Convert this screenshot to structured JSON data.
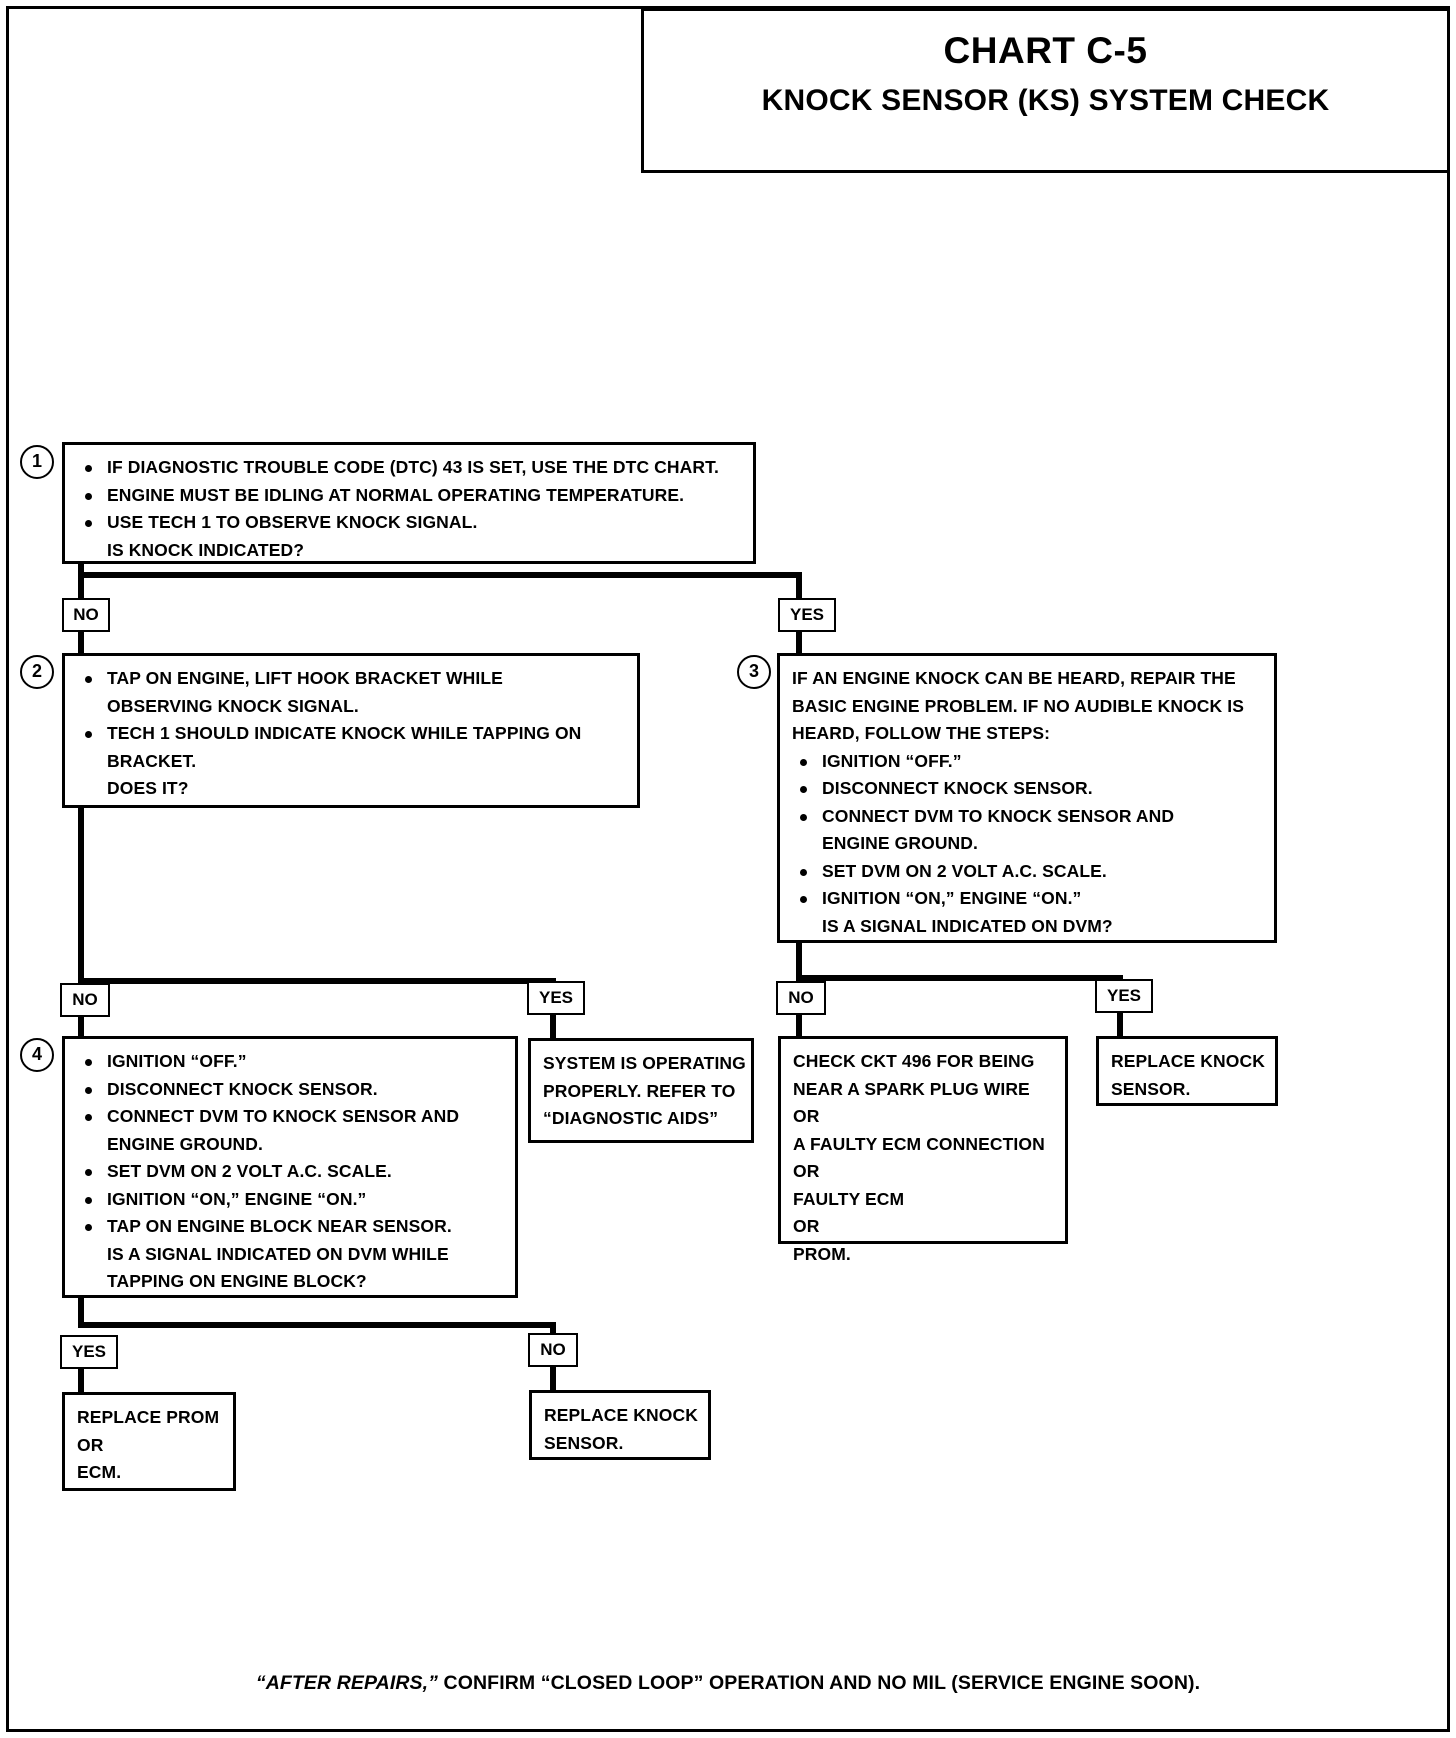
{
  "title": {
    "chart_number": "CHART C-5",
    "chart_name": "KNOCK SENSOR (KS) SYSTEM CHECK"
  },
  "steps": {
    "one": "1",
    "two": "2",
    "three": "3",
    "four": "4"
  },
  "box1": {
    "lines": [
      "IF DIAGNOSTIC TROUBLE CODE (DTC) 43 IS SET, USE THE DTC CHART.",
      "ENGINE MUST BE IDLING AT NORMAL OPERATING TEMPERATURE.",
      "USE TECH 1 TO OBSERVE KNOCK SIGNAL.",
      "IS KNOCK INDICATED?"
    ]
  },
  "box2": {
    "lines": [
      "TAP ON ENGINE, LIFT HOOK BRACKET WHILE",
      "OBSERVING KNOCK SIGNAL.",
      "TECH 1 SHOULD INDICATE KNOCK WHILE TAPPING ON",
      "BRACKET.",
      "DOES IT?"
    ]
  },
  "box3": {
    "lines": [
      "IF AN ENGINE KNOCK CAN BE HEARD, REPAIR THE",
      "BASIC ENGINE PROBLEM.  IF NO AUDIBLE KNOCK IS",
      "HEARD, FOLLOW THE STEPS:",
      "IGNITION “OFF.”",
      "DISCONNECT KNOCK SENSOR.",
      "CONNECT DVM TO KNOCK SENSOR AND",
      "ENGINE GROUND.",
      "SET DVM ON 2 VOLT A.C. SCALE.",
      "IGNITION “ON,” ENGINE “ON.”",
      "IS A SIGNAL INDICATED ON DVM?"
    ]
  },
  "box4": {
    "lines": [
      "IGNITION “OFF.”",
      "DISCONNECT KNOCK SENSOR.",
      "CONNECT DVM TO KNOCK SENSOR AND",
      "ENGINE GROUND.",
      "SET DVM ON 2 VOLT A.C. SCALE.",
      "IGNITION “ON,” ENGINE “ON.”",
      "TAP ON ENGINE BLOCK NEAR SENSOR.",
      "IS A SIGNAL INDICATED ON DVM WHILE",
      "TAPPING ON ENGINE BLOCK?"
    ]
  },
  "terminal_system_ok": {
    "lines": [
      "SYSTEM IS OPERATING",
      "PROPERLY.  REFER TO",
      "“DIAGNOSTIC AIDS”"
    ]
  },
  "terminal_check_ckt": {
    "lines": [
      "CHECK CKT 496 FOR BEING",
      "NEAR A SPARK PLUG WIRE",
      "OR",
      "A FAULTY ECM CONNECTION",
      "OR",
      "FAULTY ECM",
      "OR",
      "PROM."
    ]
  },
  "terminal_replace_ks_right": {
    "lines": [
      "REPLACE KNOCK",
      "SENSOR."
    ]
  },
  "terminal_replace_prom": {
    "lines": [
      "REPLACE PROM",
      "OR",
      "ECM."
    ]
  },
  "terminal_replace_ks_bottom": {
    "lines": [
      "REPLACE KNOCK",
      "SENSOR."
    ]
  },
  "tags": {
    "b1_no": "NO",
    "b1_yes": "YES",
    "b2_no": "NO",
    "b2_yes": "YES",
    "b3_no": "NO",
    "b3_yes": "YES",
    "b4_yes": "YES",
    "b4_no": "NO"
  },
  "footer": {
    "emphasis": "“AFTER REPAIRS,”",
    "rest": " CONFIRM “CLOSED LOOP” OPERATION AND NO MIL (SERVICE ENGINE SOON)."
  }
}
